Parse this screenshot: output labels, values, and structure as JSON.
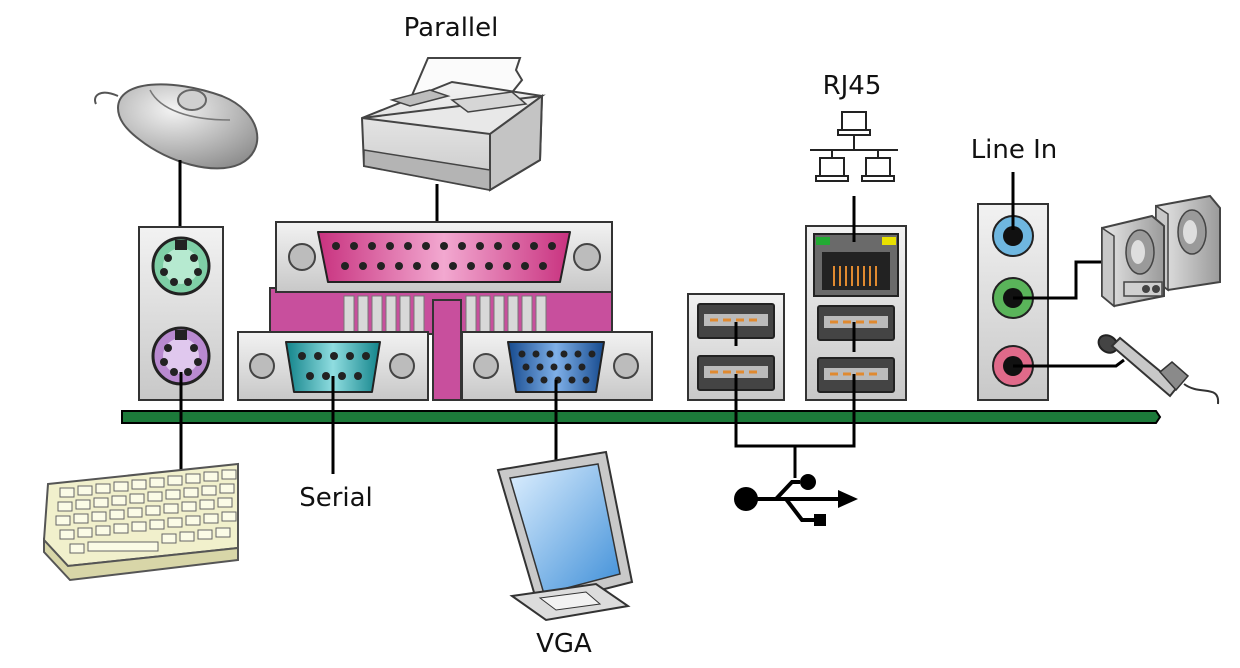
{
  "labels": {
    "parallel": "Parallel",
    "rj45": "RJ45",
    "line_in": "Line In",
    "serial": "Serial",
    "vga": "VGA"
  },
  "colors": {
    "board_green": "#1c7a3a",
    "ps2_mouse": "#7fcfa6",
    "ps2_keyboard": "#b98ad0",
    "parallel": "#d23b95",
    "serial": "#1fa1a8",
    "vga": "#1f5aa8",
    "lan_led_left": "#22aa33",
    "lan_led_right": "#e8e000",
    "usb_pins": "#e08a30",
    "audio_line_in": "#6fb7e0",
    "audio_line_out": "#5ab45a",
    "audio_mic": "#e06a8a"
  },
  "icons": [
    "mouse-icon",
    "keyboard-icon",
    "printer-icon",
    "network-icon",
    "speakers-icon",
    "microphone-icon",
    "monitor-icon",
    "usb-icon"
  ]
}
